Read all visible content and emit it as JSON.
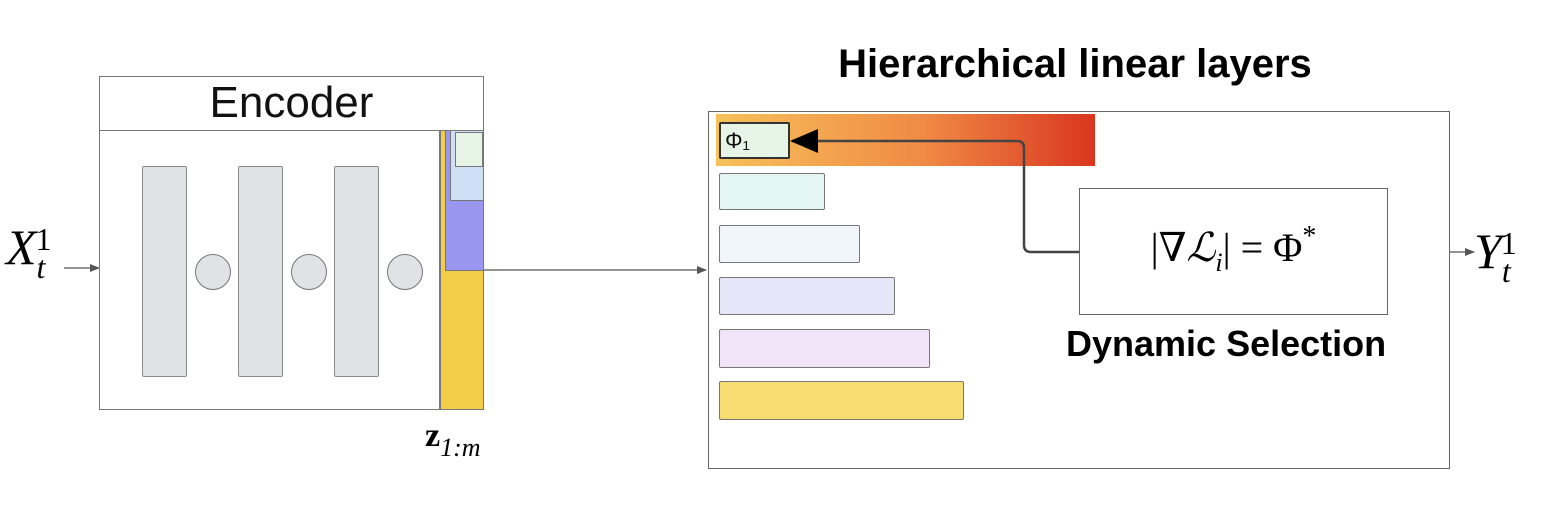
{
  "input": {
    "base": "X",
    "sub": "t",
    "sup": "1"
  },
  "encoder": {
    "title": "Encoder"
  },
  "latent": {
    "base": "z",
    "sub": "1:m"
  },
  "hierarchy": {
    "title": "Hierarchical linear layers",
    "first_layer_label": "Φ₁",
    "layer_colors": [
      "#e6f5e6",
      "#e3f6f3",
      "#f1f5fc",
      "#e5e6f7",
      "#f1e3f8",
      "#f7dc72"
    ]
  },
  "selection": {
    "formula_lhs": "|∇",
    "formula_L": "ℒ",
    "formula_i": "i",
    "formula_rhs": "| = Φ",
    "formula_star": "*",
    "caption": "Dynamic Selection"
  },
  "output": {
    "base": "Y",
    "sub": "t",
    "sup": "1"
  },
  "colors": {
    "gradient_start": "#f6c15a",
    "gradient_end": "#d9361f",
    "encoder_block": "#e0e2e6",
    "latent_yellow": "#f2cd48",
    "latent_purple": "#9896ef",
    "latent_blue": "#cfe0f6",
    "latent_green": "#e6f5e6"
  }
}
